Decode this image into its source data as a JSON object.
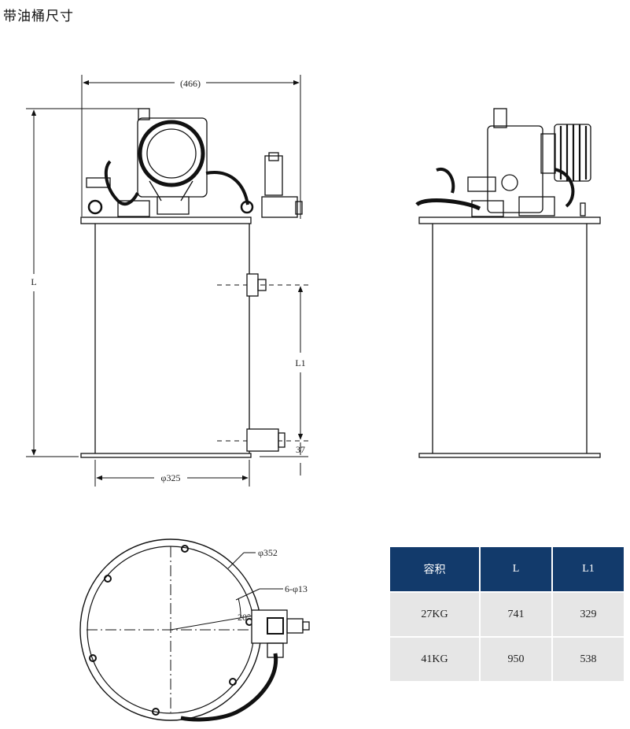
{
  "title": "带油桶尺寸",
  "front_view": {
    "width_dim": "(466)",
    "height_dim": "L",
    "level_dim": "L1",
    "bottom_offset_dim": "37",
    "diameter_dim": "φ325"
  },
  "top_view": {
    "outer_diameter_dim": "φ352",
    "holes_dim": "6-φ13",
    "angle_dim": "20°"
  },
  "table": {
    "headers": [
      "容积",
      "L",
      "L1"
    ],
    "rows": [
      [
        "27KG",
        "741",
        "329"
      ],
      [
        "41KG",
        "950",
        "538"
      ]
    ]
  }
}
